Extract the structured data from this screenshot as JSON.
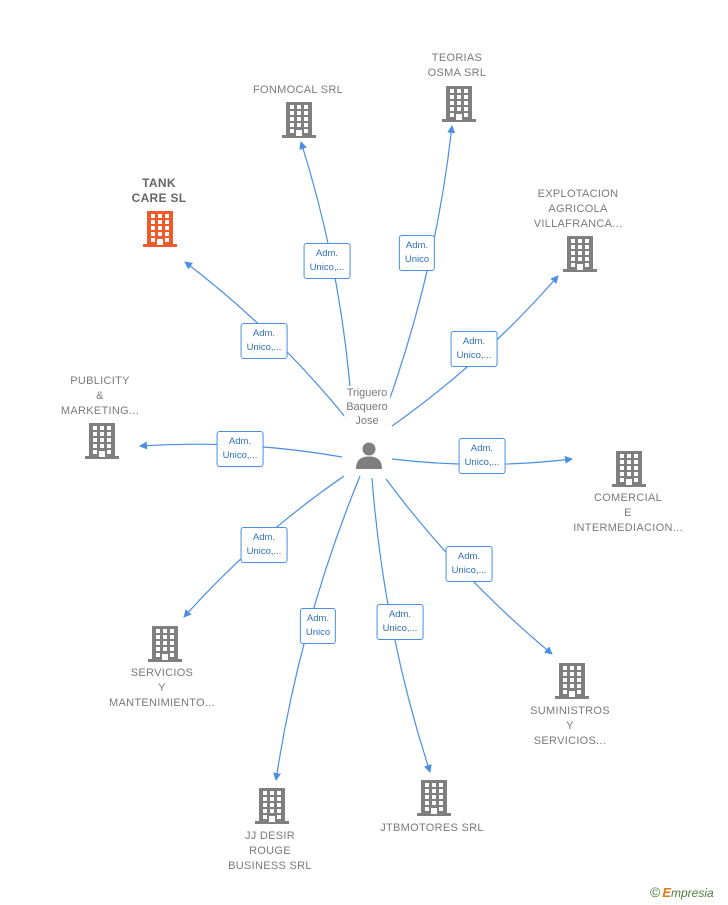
{
  "colors": {
    "building": "#7f7f7f",
    "building_highlight": "#f05a28",
    "edge": "#4a8fe2",
    "label": "#7a7a7a"
  },
  "center": {
    "lines": [
      "Triguero",
      "Baquero",
      "Jose"
    ],
    "icon": "person-icon"
  },
  "nodes": [
    {
      "id": "tank-care",
      "lines": [
        "TANK",
        "CARE  SL"
      ],
      "highlight": true,
      "icon": "building-icon"
    },
    {
      "id": "fonmocal",
      "lines": [
        "FONMOCAL SRL"
      ],
      "highlight": false,
      "icon": "building-icon"
    },
    {
      "id": "teorias-osma",
      "lines": [
        "TEORIAS",
        "OSMA SRL"
      ],
      "highlight": false,
      "icon": "building-icon"
    },
    {
      "id": "explotacion",
      "lines": [
        "EXPLOTACION",
        "AGRICOLA",
        "VILLAFRANCA..."
      ],
      "highlight": false,
      "icon": "building-icon"
    },
    {
      "id": "publicity",
      "lines": [
        "PUBLICITY",
        "&",
        "MARKETING..."
      ],
      "highlight": false,
      "icon": "building-icon"
    },
    {
      "id": "comercial",
      "lines": [
        "COMERCIAL",
        "E",
        "INTERMEDIACION..."
      ],
      "highlight": false,
      "icon": "building-icon"
    },
    {
      "id": "servicios",
      "lines": [
        "SERVICIOS",
        "Y",
        "MANTENIMIENTO..."
      ],
      "highlight": false,
      "icon": "building-icon"
    },
    {
      "id": "suministros",
      "lines": [
        "SUMINISTROS",
        "Y",
        "SERVICIOS..."
      ],
      "highlight": false,
      "icon": "building-icon"
    },
    {
      "id": "jj-desir",
      "lines": [
        "JJ DESIR",
        "ROUGE",
        "BUSINESS SRL"
      ],
      "highlight": false,
      "icon": "building-icon"
    },
    {
      "id": "jtbmotores",
      "lines": [
        "JTBMOTORES SRL"
      ],
      "highlight": false,
      "icon": "building-icon"
    }
  ],
  "edges": [
    {
      "target": "tank-care",
      "lines": [
        "Adm.",
        "Unico,..."
      ]
    },
    {
      "target": "fonmocal",
      "lines": [
        "Adm.",
        "Unico,..."
      ]
    },
    {
      "target": "teorias-osma",
      "lines": [
        "Adm.",
        "Unico"
      ]
    },
    {
      "target": "explotacion",
      "lines": [
        "Adm.",
        "Unico,..."
      ]
    },
    {
      "target": "publicity",
      "lines": [
        "Adm.",
        "Unico,..."
      ]
    },
    {
      "target": "comercial",
      "lines": [
        "Adm.",
        "Unico,..."
      ]
    },
    {
      "target": "servicios",
      "lines": [
        "Adm.",
        "Unico,..."
      ]
    },
    {
      "target": "suministros",
      "lines": [
        "Adm.",
        "Unico,..."
      ]
    },
    {
      "target": "jj-desir",
      "lines": [
        "Adm.",
        "Unico"
      ]
    },
    {
      "target": "jtbmotores",
      "lines": [
        "Adm.",
        "Unico,..."
      ]
    }
  ],
  "brand": {
    "copyright": "©",
    "initial": "E",
    "name": "mpresia"
  }
}
